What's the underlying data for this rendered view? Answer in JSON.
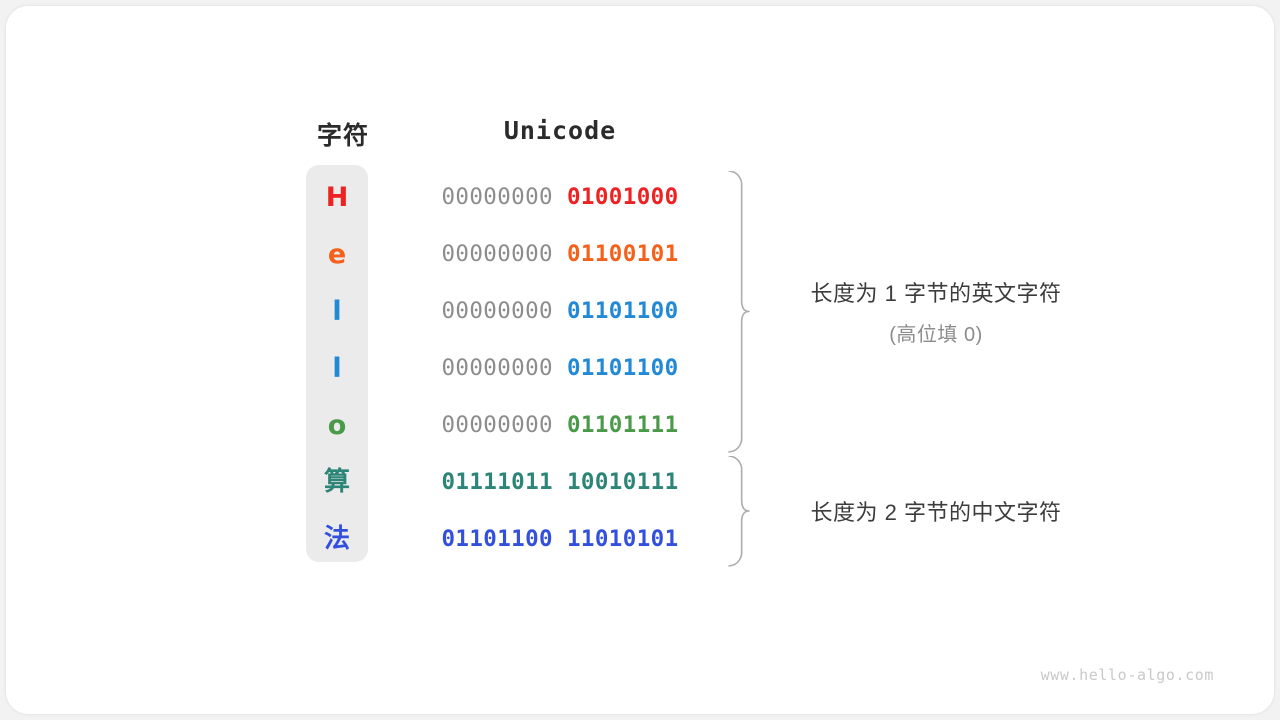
{
  "figure": {
    "headers": {
      "character": "字符",
      "encoding": "Unicode"
    },
    "watermark": "www.hello-algo.com",
    "colors": {
      "background": "#f2f2f2",
      "card": "#ffffff",
      "char_column": "#ebebeb",
      "high_bits": "#8c8c8c",
      "brace": "#adadad",
      "heading": "#2b2b2b",
      "annotation": "#3c3c3c",
      "annotation_sub": "#8c8c8c",
      "watermark": "#c9c9c9"
    },
    "rows": [
      {
        "char": "H",
        "color": "#ee2222",
        "high": "00000000",
        "low": "01001000",
        "high_is_padding": true
      },
      {
        "char": "e",
        "color": "#f4611a",
        "high": "00000000",
        "low": "01100101",
        "high_is_padding": true
      },
      {
        "char": "l",
        "color": "#2289d6",
        "high": "00000000",
        "low": "01101100",
        "high_is_padding": true
      },
      {
        "char": "l",
        "color": "#2289d6",
        "high": "00000000",
        "low": "01101100",
        "high_is_padding": true
      },
      {
        "char": "o",
        "color": "#4a9a4a",
        "high": "00000000",
        "low": "01101111",
        "high_is_padding": true
      },
      {
        "char": "算",
        "color": "#2c8577",
        "high": "01111011",
        "low": "10010111",
        "high_is_padding": false
      },
      {
        "char": "法",
        "color": "#3350dd",
        "high": "01101100",
        "low": "11010101",
        "high_is_padding": false
      }
    ],
    "groups": [
      {
        "label": "长度为 1 字节的英文字符",
        "sublabel": "(高位填 0)",
        "row_start": 0,
        "row_end": 4
      },
      {
        "label": "长度为 2 字节的中文字符",
        "sublabel": "",
        "row_start": 5,
        "row_end": 6
      }
    ]
  }
}
